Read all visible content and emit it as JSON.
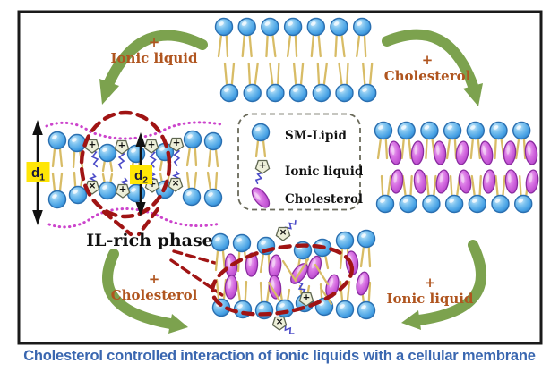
{
  "caption": {
    "text": "Cholesterol controlled interaction of ionic liquids with a cellular membrane"
  },
  "arrows": {
    "top_left": {
      "plus": "+",
      "label": "Ionic liquid"
    },
    "top_right": {
      "plus": "+",
      "label": "Cholesterol"
    },
    "bottom_left": {
      "plus": "+",
      "label": "Cholesterol"
    },
    "bottom_right": {
      "plus": "+",
      "label": "Ionic liquid"
    }
  },
  "annotations": {
    "il_rich_phase": "IL-rich phase",
    "d1_main": "d",
    "d1_sub": "1",
    "d2_main": "d",
    "d2_sub": "2",
    "il_plus_mark": "+",
    "il_cross_mark": "×"
  },
  "legend": {
    "items": [
      {
        "icon": "sm-lipid-icon",
        "label": "SM-Lipid"
      },
      {
        "icon": "ionic-liquid-icon",
        "label": "Ionic liquid"
      },
      {
        "icon": "cholesterol-icon",
        "label": "Cholesterol"
      }
    ]
  },
  "colors": {
    "lipid_head": "#4fa8e8",
    "lipid_head_rim": "#2a6fb0",
    "lipid_tail": "#d8bc66",
    "cholesterol": "#c44fd4",
    "cholesterol_rim": "#8a2ca0",
    "ionic_liquid_head": "#edefd9",
    "ionic_liquid_rim": "#5e6650",
    "ionic_liquid_tail": "#4a4ac8",
    "arrow_green": "#7ca24e",
    "arrow_label_brown": "#b0551f",
    "dashed_outline_red": "#a01414",
    "dotted_line_pink": "#cc44cc",
    "d_label_highlight": "#ffe606",
    "caption_blue": "#3a67b0",
    "figure_border": "#1a1a1a",
    "legend_border": "#6a6a5a"
  }
}
